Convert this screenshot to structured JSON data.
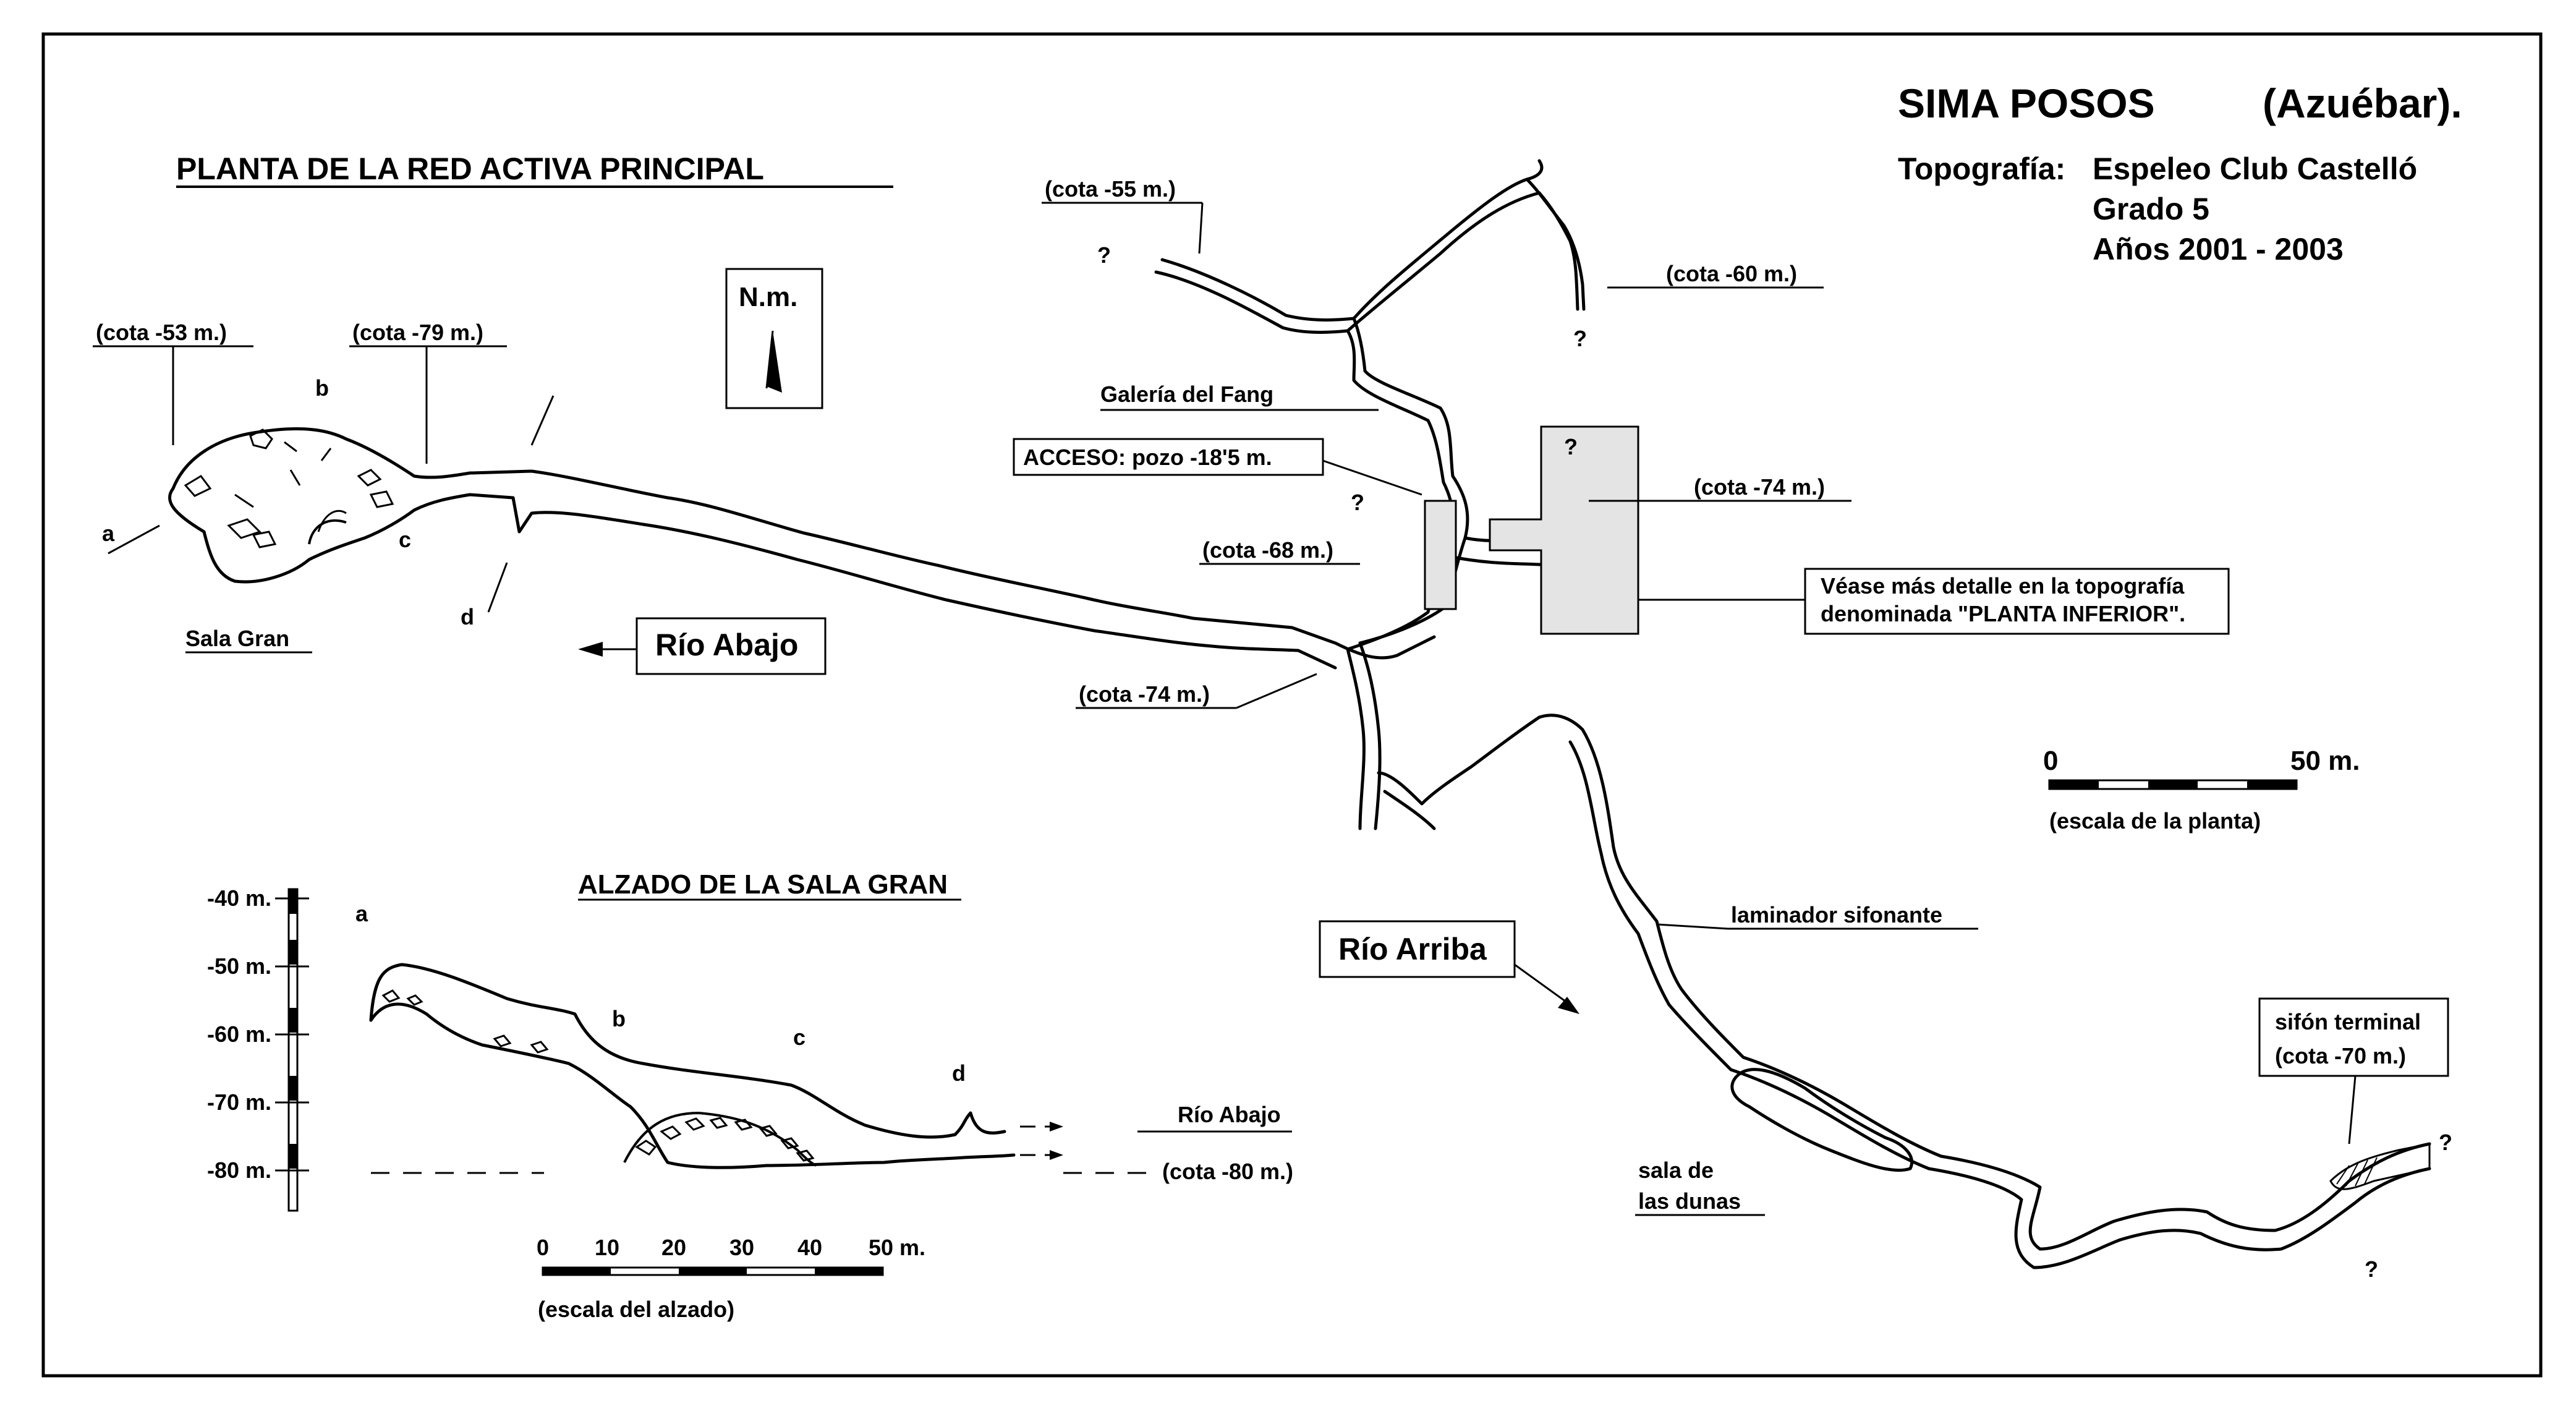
{
  "header": {
    "title": "SIMA  POSOS",
    "location": "(Azuébar).",
    "topografia_label": "Topografía:",
    "club": "Espeleo Club Castelló",
    "grado": "Grado  5",
    "anos": "Años  2001 - 2003"
  },
  "plan": {
    "title": "PLANTA  DE  LA  RED  ACTIVA  PRINCIPAL",
    "north": "N.m.",
    "acceso": "ACCESO:  pozo  -18'5 m.",
    "galeria": "Galería  del  Fang",
    "rio_abajo": "Río  Abajo",
    "rio_arriba": "Río  Arriba",
    "sala_gran": "Sala  Gran",
    "sala_dunas_1": "sala  de",
    "sala_dunas_2": "las  dunas",
    "laminador": "laminador  sifonante",
    "sifon_1": "sifón  terminal",
    "sifon_2": "(cota  -70 m.)",
    "vease_1": "Véase más detalle en la topografía",
    "vease_2": "denominada \"PLANTA INFERIOR\".",
    "cota_53": "(cota  -53 m.)",
    "cota_79": "(cota  -79 m.)",
    "cota_55": "(cota  -55 m.)",
    "cota_60": "(cota  -60 m.)",
    "cota_74a": "(cota  -74 m.)",
    "cota_68": "(cota  -68 m.)",
    "cota_74b": "(cota  -74 m.)",
    "letter_a": "a",
    "letter_b": "b",
    "letter_c": "c",
    "letter_d": "d",
    "question": "?",
    "scale_0": "0",
    "scale_50": "50 m.",
    "scale_caption": "(escala de la planta)"
  },
  "elevation": {
    "title": "ALZADO  DE  LA  SALA  GRAN",
    "axis_labels": [
      "-40 m.",
      "-50 m.",
      "-60 m.",
      "-70 m.",
      "-80 m."
    ],
    "rio_abajo": "Río Abajo",
    "cota_80": "(cota  -80 m.)",
    "letter_a": "a",
    "letter_b": "b",
    "letter_c": "c",
    "letter_d": "d",
    "scale_ticks": [
      "0",
      "10",
      "20",
      "30",
      "40",
      "50 m."
    ],
    "scale_caption": "(escala del alzado)"
  }
}
